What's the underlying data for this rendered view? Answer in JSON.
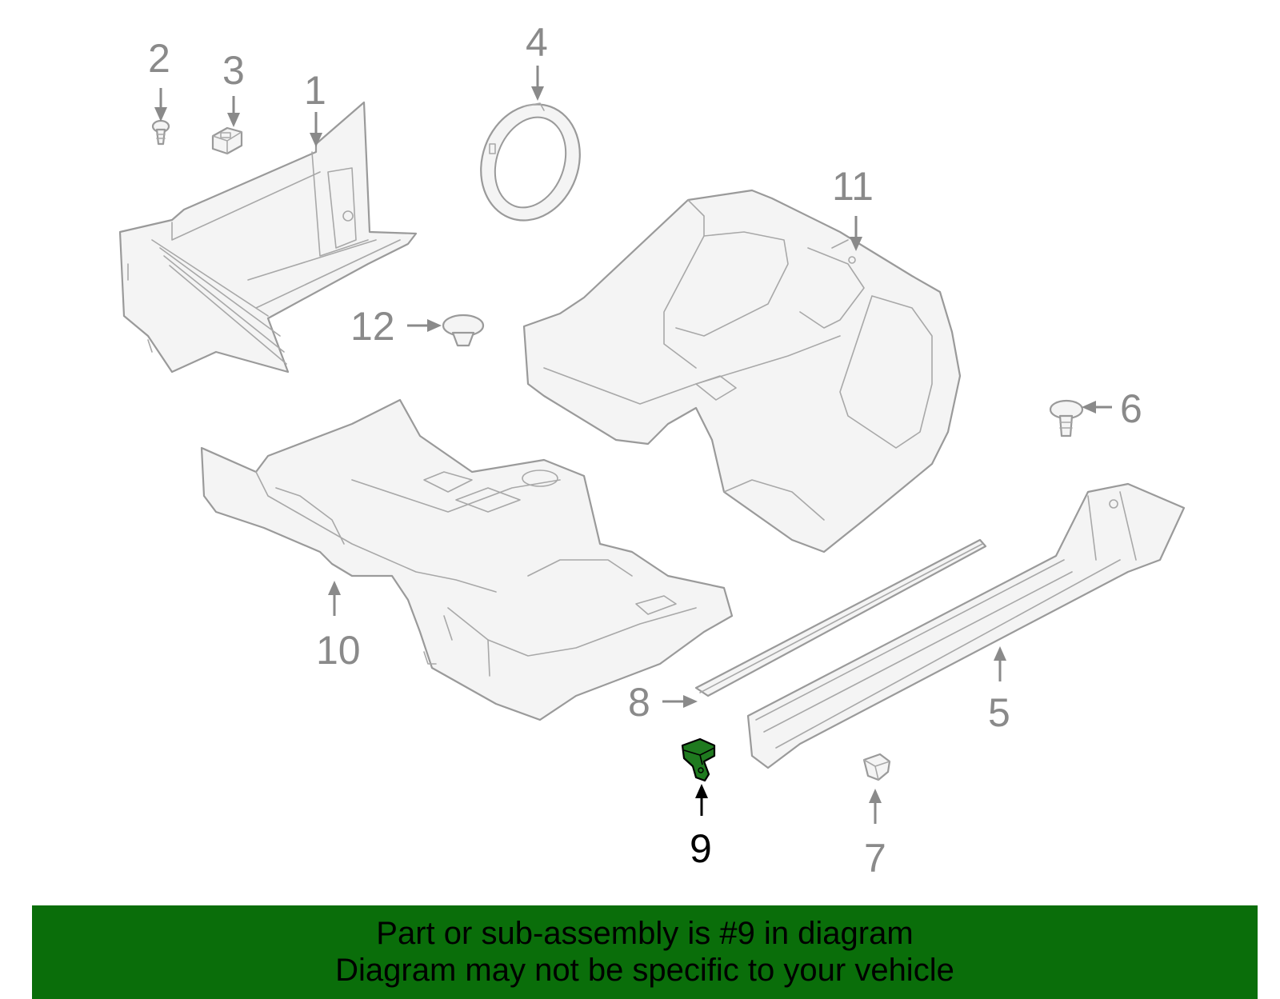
{
  "diagram": {
    "callouts": [
      {
        "id": "1",
        "text": "1"
      },
      {
        "id": "2",
        "text": "2"
      },
      {
        "id": "3",
        "text": "3"
      },
      {
        "id": "4",
        "text": "4"
      },
      {
        "id": "5",
        "text": "5"
      },
      {
        "id": "6",
        "text": "6"
      },
      {
        "id": "7",
        "text": "7"
      },
      {
        "id": "8",
        "text": "8"
      },
      {
        "id": "9",
        "text": "9"
      },
      {
        "id": "10",
        "text": "10"
      },
      {
        "id": "11",
        "text": "11"
      },
      {
        "id": "12",
        "text": "12"
      }
    ],
    "highlighted_part": "9",
    "colors": {
      "line": "#9a9a9a",
      "label": "#8a8a8a",
      "highlight_part": "#1f7a1f",
      "banner": "#0a6e0a"
    }
  },
  "banner": {
    "line1": "Part or sub-assembly is #9 in diagram",
    "line2": "Diagram may not be specific to your vehicle"
  }
}
